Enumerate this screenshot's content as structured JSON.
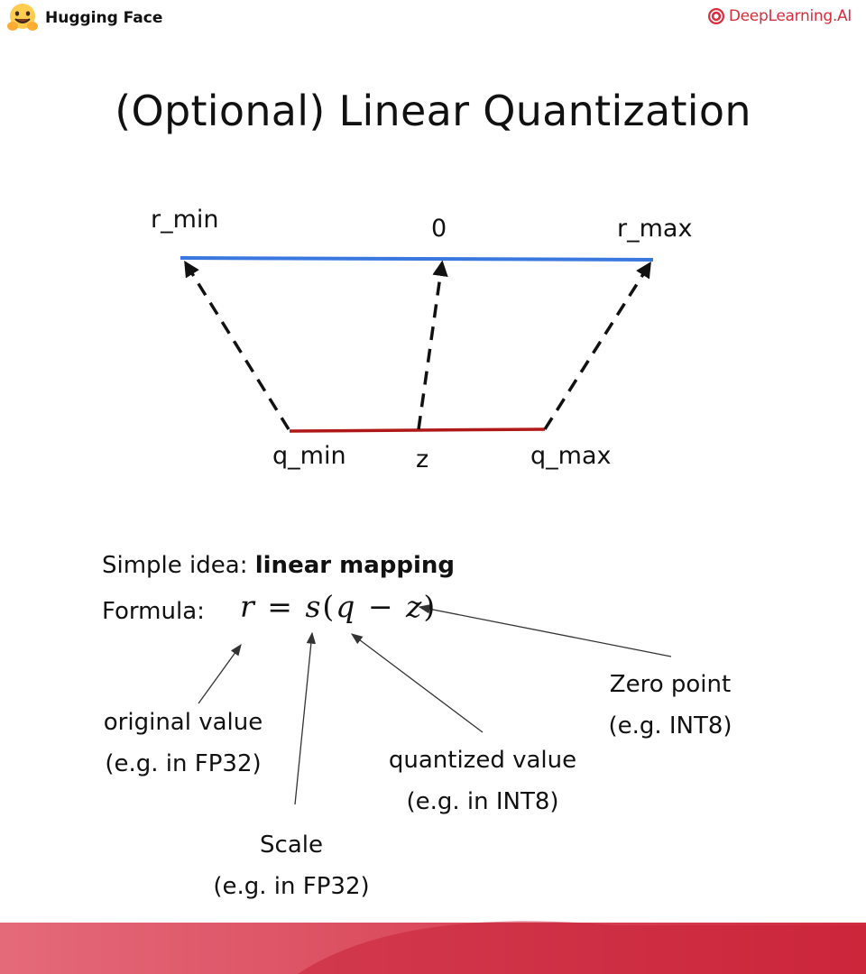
{
  "header": {
    "left_logo_text": "Hugging Face",
    "right_logo_text": "DeepLearning.AI"
  },
  "title": "(Optional) Linear Quantization",
  "diagram": {
    "top_labels": {
      "r_min": "r_min",
      "zero": "0",
      "r_max": "r_max"
    },
    "bottom_labels": {
      "q_min": "q_min",
      "z": "z",
      "q_max": "q_max"
    },
    "colors": {
      "real_range_line": "#3a78e0",
      "quantized_range_line": "#b01818",
      "arrows": "#111111"
    }
  },
  "explanation": {
    "idea_prefix": "Simple idea: ",
    "idea_bold": "linear mapping",
    "formula_label": "Formula:",
    "formula": {
      "r": "r",
      "eq": "=",
      "s": "s",
      "open": "(",
      "q": "q",
      "minus": "−",
      "z": "z",
      "close": ")"
    }
  },
  "annotations": {
    "original_value": [
      "original value",
      "(e.g. in FP32)"
    ],
    "scale": [
      "Scale",
      "(e.g. in FP32)"
    ],
    "quantized_value": [
      "quantized value",
      "(e.g. in INT8)"
    ],
    "zero_point": [
      "Zero point",
      "(e.g. INT8)"
    ]
  },
  "footer": {
    "band_color_left": "#e46a7a",
    "band_color_right": "#d02a3e"
  }
}
